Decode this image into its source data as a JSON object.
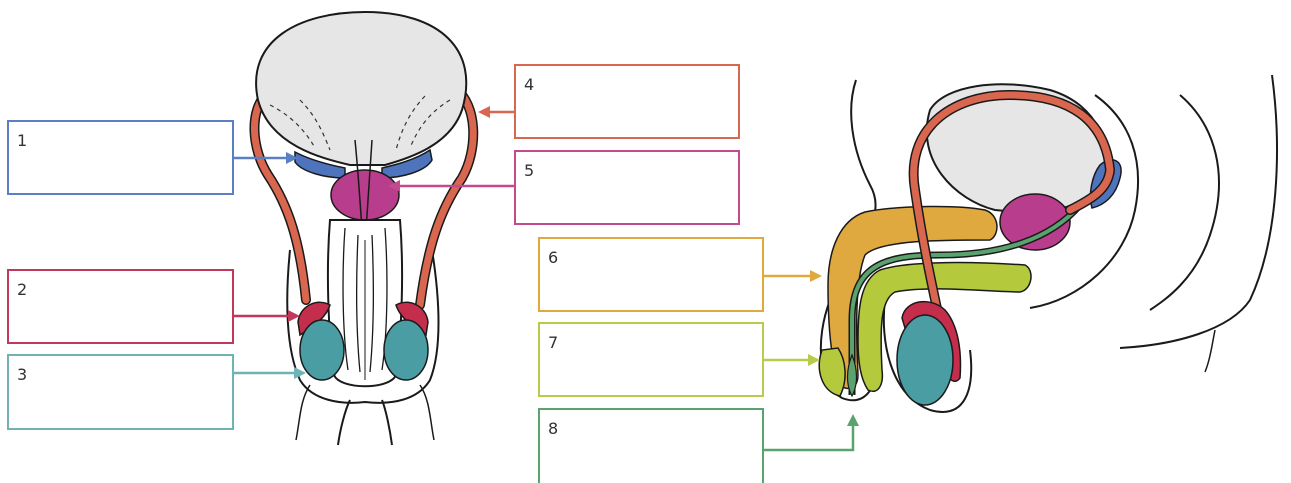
{
  "labels": [
    {
      "number": "1",
      "color": "#5a7fc3"
    },
    {
      "number": "2",
      "color": "#c0385a"
    },
    {
      "number": "3",
      "color": "#6fb3b5"
    },
    {
      "number": "4",
      "color": "#d9674f"
    },
    {
      "number": "5",
      "color": "#c24a8e"
    },
    {
      "number": "6",
      "color": "#e0a93f"
    },
    {
      "number": "7",
      "color": "#b6cc4a"
    },
    {
      "number": "8",
      "color": "#5aa36f"
    }
  ],
  "colors": {
    "bladder": "#e6e6e6",
    "vas_deferens": "#d9674f",
    "seminal_vesicle": "#4f74be",
    "prostate": "#b83d8c",
    "epididymis": "#c42e4c",
    "testis": "#4a9ea3",
    "corpus_cavernosum": "#e0a93f",
    "corpus_spongiosum": "#b4c93c",
    "urethra": "#5aa36f",
    "outline": "#1a1a1a"
  }
}
